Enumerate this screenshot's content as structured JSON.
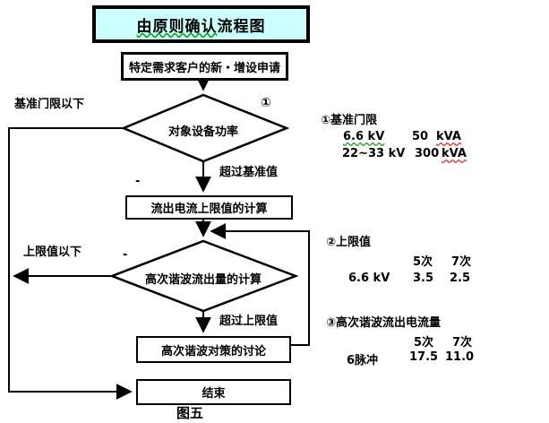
{
  "colors": {
    "title_fill": "#ccffff",
    "line": "#000000",
    "spellcheck_green": "#1f9e1f",
    "spellcheck_red": "#e03030"
  },
  "title": {
    "wavy_part": "由原则确认",
    "rest_part": "流程图"
  },
  "flow": {
    "start": "特定需求客户的新・增设申请",
    "decision1": "对象设备功率",
    "decision1_marker": "①",
    "edge_below_threshold": "基准门限以下",
    "edge_exceeds_base": "超过基准值",
    "process1": "流出电流上限值的计算",
    "decision2": "高次谐波流出量的计算",
    "edge_below_limit": "上限值以下",
    "edge_exceeds_limit": "超过上限值",
    "process2": "高次谐波对策的讨论",
    "end": "结束",
    "caption": "图五",
    "stray_dash": "-"
  },
  "notes": {
    "note1": {
      "header": "①基准门限",
      "rows": [
        {
          "label": "6.6  kV",
          "value": "50",
          "unit": "kVA"
        },
        {
          "label": "22~33 kV",
          "value": "300",
          "unit": "kVA"
        }
      ]
    },
    "note2": {
      "header": "②上限值",
      "col1": "5次",
      "col2": "7次",
      "row_label": "6.6 kV",
      "v1": "3.5",
      "v2": "2.5"
    },
    "note3": {
      "header": "③高次谐波流出电流量",
      "col1": "5次",
      "col2": "7次",
      "row_label": "6脉冲",
      "v1": "17.5",
      "v2": "11.0"
    }
  }
}
